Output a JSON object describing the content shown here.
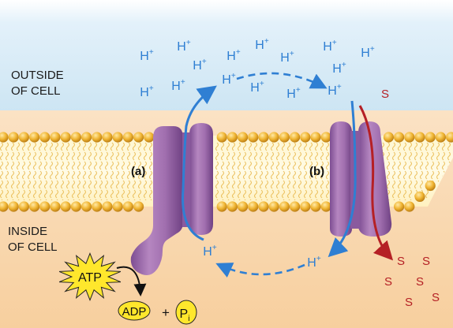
{
  "labels": {
    "outside_line1": "OUTSIDE",
    "outside_line2": "OF CELL",
    "inside_line1": "INSIDE",
    "inside_line2": "OF CELL",
    "pump_a": "(a)",
    "pump_b": "(b)",
    "atp": "ATP",
    "adp": "ADP",
    "plus": "+",
    "pi_main": "P",
    "pi_sub": "i",
    "proton": "H",
    "proton_charge": "+",
    "solute": "S"
  },
  "colors": {
    "proton_blue": "#2f7fd3",
    "solute_red": "#b52025",
    "protein_purple": "#a976b3",
    "atp_yellow": "#ffe72c",
    "lipid_head": "#f0b533"
  }
}
